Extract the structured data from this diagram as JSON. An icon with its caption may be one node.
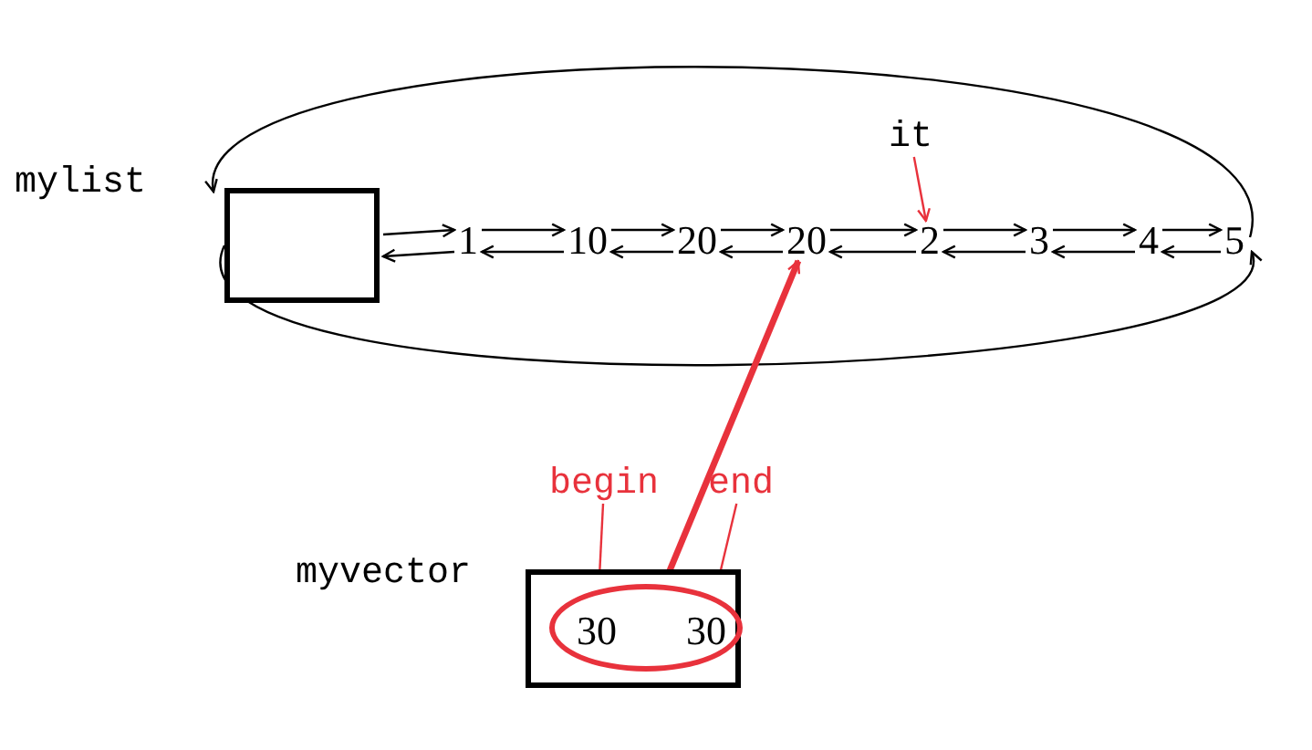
{
  "diagram": {
    "nodes": [
      {
        "text": [],
        "shape": "box",
        "beside": [
          "mylist"
        ]
      },
      {
        "text": [
          "1"
        ]
      },
      {
        "text": [
          "10"
        ]
      },
      {
        "text": [
          "20"
        ]
      },
      {
        "text": [
          "20"
        ]
      },
      {
        "text": [
          "2"
        ]
      },
      {
        "text": [
          "3"
        ]
      },
      {
        "text": [
          "4"
        ]
      },
      {
        "text": [
          "5"
        ]
      },
      {
        "text": [],
        "shape": "box",
        "beside": [
          "myvector"
        ]
      },
      {
        "text": [],
        "shape": "ellipse",
        "in": 9
      },
      {
        "text": [
          "30"
        ],
        "in": 10
      },
      {
        "text": [
          "30"
        ],
        "in": 10
      },
      {
        "text": [
          "it"
        ]
      },
      {
        "text": [
          "begin"
        ]
      },
      {
        "text": [
          "end"
        ]
      }
    ],
    "edges": [
      {
        "from": 0,
        "to": 1,
        "arrow": "to"
      },
      {
        "from": 1,
        "to": 0,
        "arrow": "to"
      },
      {
        "from": 1,
        "to": 2,
        "arrow": "to"
      },
      {
        "from": 2,
        "to": 1,
        "arrow": "to"
      },
      {
        "from": 2,
        "to": 3,
        "arrow": "to"
      },
      {
        "from": 3,
        "to": 2,
        "arrow": "to"
      },
      {
        "from": 3,
        "to": 4,
        "arrow": "to"
      },
      {
        "from": 4,
        "to": 3,
        "arrow": "to"
      },
      {
        "from": 4,
        "to": 5,
        "arrow": "to"
      },
      {
        "from": 5,
        "to": 4,
        "arrow": "to"
      },
      {
        "from": 5,
        "to": 6,
        "arrow": "to"
      },
      {
        "from": 6,
        "to": 5,
        "arrow": "to"
      },
      {
        "from": 6,
        "to": 7,
        "arrow": "to"
      },
      {
        "from": 7,
        "to": 6,
        "arrow": "to"
      },
      {
        "from": 7,
        "to": 8,
        "arrow": "to"
      },
      {
        "from": 8,
        "to": 7,
        "arrow": "to"
      },
      {
        "from": 0,
        "to": 8,
        "arrow": "to"
      },
      {
        "from": 8,
        "to": 0,
        "arrow": "to"
      },
      {
        "from": 13,
        "to": 5,
        "arrow": "to",
        "color": "#e8323c"
      },
      {
        "from": 14,
        "to": 11,
        "arrow": "to",
        "color": "#e8323c"
      },
      {
        "from": 15,
        "to": 12,
        "arrow": "to",
        "color": "#e8323c"
      },
      {
        "from": 10,
        "to": 4,
        "arrow": "to",
        "style": "thick",
        "color": "#e8323c"
      }
    ]
  }
}
